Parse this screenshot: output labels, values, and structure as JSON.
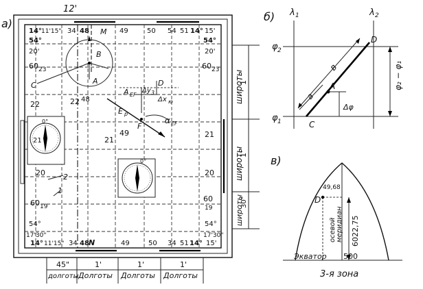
{
  "panel_a": {
    "label": "а)",
    "top_label": "12'",
    "corners": {
      "tl_lon": "14°",
      "tl_lon2": "11'15\"",
      "tl_lat": "54°",
      "tr_lon": "14°",
      "tr_lon2": "15'",
      "tr_lat": "54°",
      "bl_lat": "17'30\"",
      "bl_lon": "14°",
      "bl_lon2": "11'15\"",
      "br_lat": "17'30\"",
      "br_lon": "14°",
      "br_lon2": "15'"
    },
    "top_ticks": [
      "34",
      "48",
      "49",
      "50",
      "54",
      "51"
    ],
    "bottom_ticks": [
      "34",
      "48",
      "49",
      "50",
      "34",
      "51"
    ],
    "left_labels": [
      "54°",
      "20'",
      "60",
      "23",
      "22",
      "20",
      "60",
      "19",
      "54°",
      "17'30\""
    ],
    "right_labels": [
      "54°",
      "20'",
      "60",
      "23",
      "21",
      "20",
      "60",
      "19",
      "54°",
      "17'30\""
    ],
    "inner_labels": {
      "M": "M",
      "B": "B",
      "A": "A",
      "C": "C",
      "D": "D",
      "N": "N",
      "aef": "A",
      "aef_sub": "EF",
      "dy": "Δy",
      "dy_sub": "3",
      "dx": "Δx",
      "dx_sub": "ю",
      "ep": "E",
      "ep_sub": "р",
      "F": "F",
      "alpha": "α",
      "alpha_sub": "EF",
      "n22a": "22",
      "n22b": "22",
      "n48a": "48",
      "n21a": "21",
      "n49a": "49",
      "n21b": "21",
      "one": "1",
      "two": "2",
      "zero1": "0°",
      "zero2": "0°",
      "twentyone": "21"
    },
    "right_scale": [
      "1'",
      "широты",
      "1'",
      "широты",
      "30\"",
      "широты"
    ],
    "bottom_scale": [
      {
        "val": "45\"",
        "unit": "долготы"
      },
      {
        "val": "1'",
        "unit": "Долготы"
      },
      {
        "val": "1'",
        "unit": "Долготы"
      },
      {
        "val": "1'",
        "unit": "Долготы"
      }
    ]
  },
  "panel_b": {
    "label": "б)",
    "lambda1": "λ",
    "lambda1_sub": "1",
    "lambda2": "λ",
    "lambda2_sub": "2",
    "phi2": "φ",
    "phi2_sub": "2",
    "phi1": "φ",
    "phi1_sub": "1",
    "D": "D",
    "A": "A",
    "C": "C",
    "b": "в",
    "a": "а",
    "dphi": "Δφ",
    "diff": "φ₂ − φ₁"
  },
  "panel_v": {
    "label": "в)",
    "D": "D",
    "val1": "49,68",
    "axis": "осевой",
    "axis2": "меридиан",
    "val2": "6022,75",
    "equator": "Экватор",
    "val3": "500",
    "zone": "3-я зона"
  }
}
